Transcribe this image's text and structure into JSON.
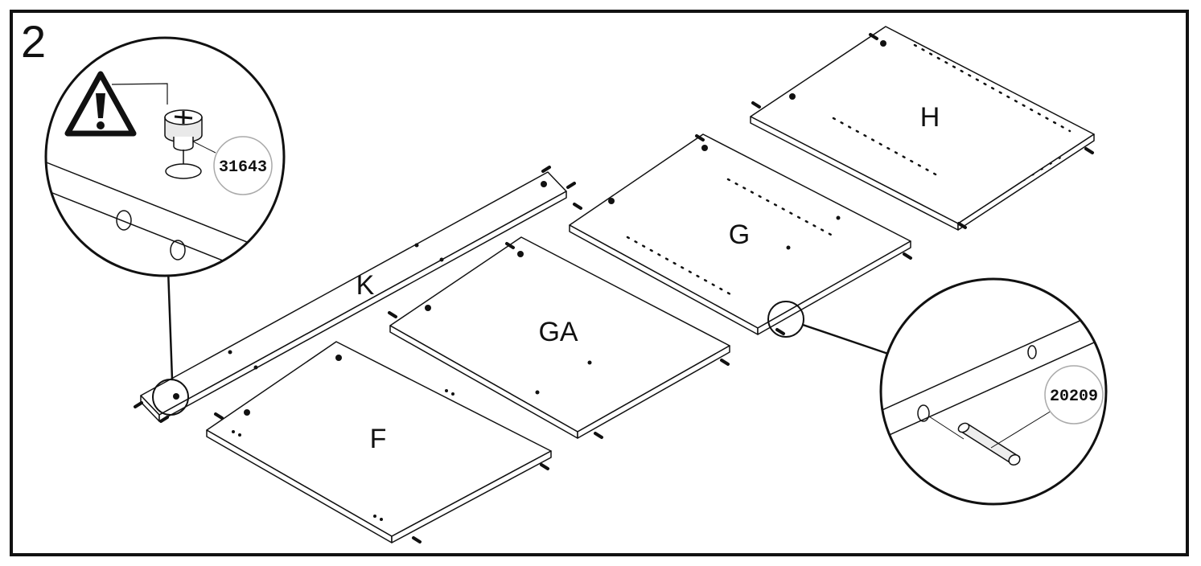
{
  "step": {
    "number": "2"
  },
  "panels": {
    "K": "K",
    "GA": "GA",
    "F": "F",
    "G": "G",
    "H": "H"
  },
  "callouts": {
    "cam_lock_part": "31643",
    "dowel_part": "20209"
  },
  "icons": {
    "warning": "warning-triangle-icon",
    "cam_lock": "cam-lock-icon",
    "dowel": "dowel-pin-icon"
  },
  "colors": {
    "ink": "#111111",
    "paper": "#ffffff"
  }
}
